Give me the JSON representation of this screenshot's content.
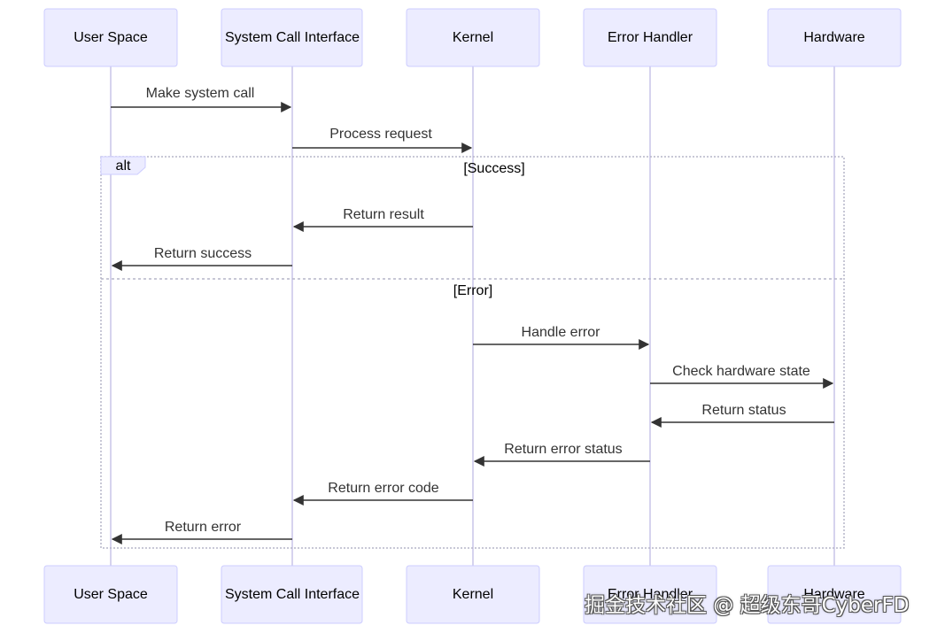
{
  "participants": [
    {
      "id": "user",
      "label": "User Space"
    },
    {
      "id": "sci",
      "label": "System Call Interface"
    },
    {
      "id": "kernel",
      "label": "Kernel"
    },
    {
      "id": "err",
      "label": "Error Handler"
    },
    {
      "id": "hw",
      "label": "Hardware"
    }
  ],
  "messages": [
    {
      "from": "user",
      "to": "sci",
      "text": "Make system call"
    },
    {
      "from": "sci",
      "to": "kernel",
      "text": "Process request"
    },
    {
      "from": "kernel",
      "to": "sci",
      "text": "Return result"
    },
    {
      "from": "sci",
      "to": "user",
      "text": "Return success"
    },
    {
      "from": "kernel",
      "to": "err",
      "text": "Handle error"
    },
    {
      "from": "err",
      "to": "hw",
      "text": "Check hardware state"
    },
    {
      "from": "hw",
      "to": "err",
      "text": "Return status"
    },
    {
      "from": "err",
      "to": "kernel",
      "text": "Return error status"
    },
    {
      "from": "kernel",
      "to": "sci",
      "text": "Return error code"
    },
    {
      "from": "sci",
      "to": "user",
      "text": "Return error"
    }
  ],
  "alt_block": {
    "tag": "alt",
    "sections": [
      "[Success]",
      "[Error]"
    ]
  },
  "watermark": "掘金技术社区 @ 超级东哥CyberFD",
  "colors": {
    "actor_fill": "#ECECFF",
    "actor_stroke": "#CCCCFF",
    "lifeline": "#D6D3EE",
    "message": "#333333"
  }
}
